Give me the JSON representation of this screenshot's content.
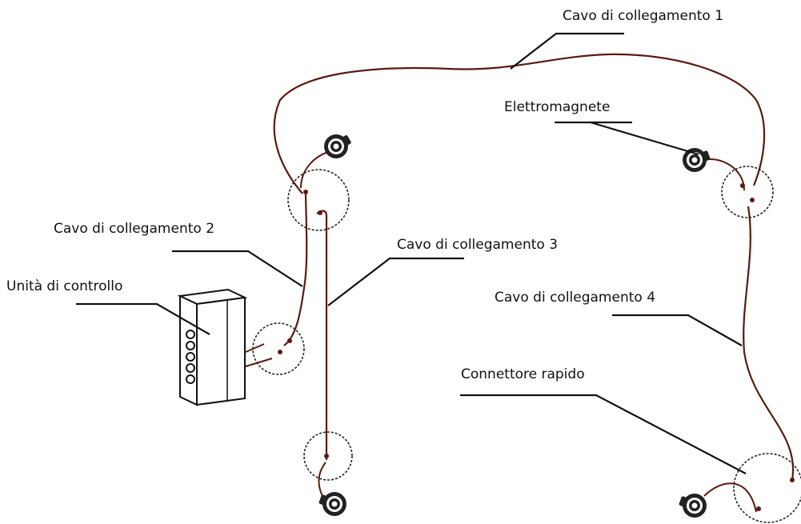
{
  "labels": {
    "cable1": "Cavo di collegamento 1",
    "electromagnet": "Elettromagnete",
    "cable2": "Cavo di collegamento 2",
    "cable3": "Cavo di collegamento 3",
    "control_unit": "Unità di controllo",
    "cable4": "Cavo di collegamento 4",
    "quick_connector": "Connettore rapido"
  },
  "colors": {
    "ink": "#111111",
    "cable": "#5a1a12"
  },
  "components": {
    "electromagnets": [
      "electromagnet-icon",
      "electromagnet-icon",
      "electromagnet-icon",
      "electromagnet-icon"
    ],
    "connectors": [
      "connector-circle-icon",
      "connector-circle-icon",
      "connector-circle-icon",
      "connector-circle-icon",
      "connector-circle-icon"
    ],
    "control_unit_buttons": 5
  }
}
